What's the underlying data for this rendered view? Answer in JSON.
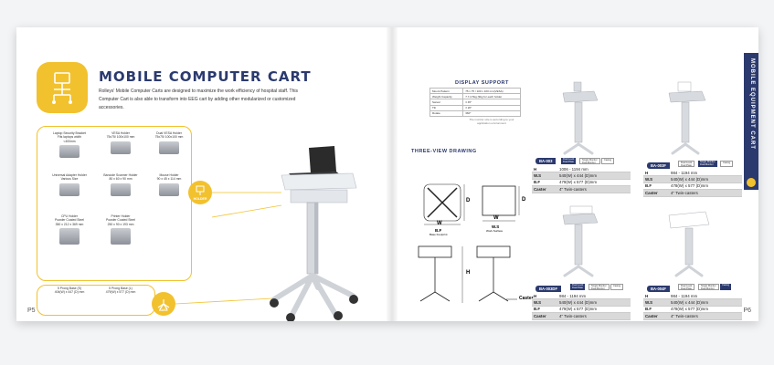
{
  "left_page": {
    "title": "MOBILE COMPUTER CART",
    "intro": "Rolleys' Mobile Computer Carts are designed to maximize the work efficiency of hospital staff. This Computer Cart is also able to transform into EEG cart by adding other modularized or customized accessories.",
    "accessories": [
      {
        "name": "Laptop Security Bracket",
        "line2": "Fits laptops width",
        "line3": "<400mm"
      },
      {
        "name": "VESA Holder",
        "line2": "75x75/ 100x100 mm",
        "line3": ""
      },
      {
        "name": "Dual VESA Holder",
        "line2": "75x75/ 100x100 mm",
        "line3": ""
      },
      {
        "name": "Universal Adapter Holder",
        "line2": "Various Size",
        "line3": ""
      },
      {
        "name": "Barcode Scanner Holder",
        "line2": "80 x 60 x 90 mm",
        "line3": ""
      },
      {
        "name": "Mouse Holder",
        "line2": "90 x 45 x 114 mm",
        "line3": ""
      },
      {
        "name": "CPU Holder",
        "line2": "Powder Coated Steel",
        "line3": "350 x 212 x 369 mm"
      },
      {
        "name": "Printer Holder",
        "line2": "Powder Coated Steel",
        "line3": "250 x 90 x 193 mm"
      }
    ],
    "bases": [
      {
        "name": "5 Prong Base (S)",
        "dims": "404(W) x 447 (D) mm"
      },
      {
        "name": "5 Prong Base (L)",
        "dims": "479(W) x 577 (D) mm"
      }
    ],
    "holder_label": "HOLDER",
    "base_label": "BASE",
    "page_number": "P5"
  },
  "right_page": {
    "display_support_title": "DISPLAY SUPPORT",
    "display_support_rows": [
      [
        "Mount Pattern",
        "75 x 75 / 100 x 100 mm(VESA)"
      ],
      [
        "Weight Capacity",
        "7.7-4.5kg (9kg for each holder"
      ],
      [
        "Swivel",
        "± 45°"
      ],
      [
        "Tilt",
        "± 20°"
      ],
      [
        "Rotate",
        "360°"
      ]
    ],
    "display_note": "The monitor size is according to your application environment",
    "three_view_title": "THREE-VIEW DRAWING",
    "labels": {
      "d": "D",
      "w": "W",
      "h": "H",
      "base_footprint": "B.F",
      "base_footprint_sub": "Base Footprint",
      "work_surface": "W.S",
      "work_surface_sub": "Work Surface",
      "caster": "Caster"
    },
    "tab_label": "MOBILE EQUIPMENT CART",
    "page_number": "P6",
    "models": [
      {
        "code": "BA-003",
        "options": [
          "Dual Level",
          "Dual Plate",
          "Single Monitor",
          "Dual Monitor",
          "Casing"
        ],
        "rows": [
          [
            "H",
            "1006 - 1194 mm"
          ],
          [
            "W.S",
            "540(W) x 444 (D)mm"
          ],
          [
            "B.F",
            "479(W) x 577 (D)mm"
          ],
          [
            "Caster",
            "4\" Twin-casters"
          ]
        ]
      },
      {
        "code": "BA-003F",
        "options": [
          "Dual Level",
          "Dual Plate",
          "Single Monitor",
          "Dual Monitor",
          "Casing"
        ],
        "rows": [
          [
            "H",
            "984 - 1194 mm"
          ],
          [
            "W.S",
            "540(W) x 444 (D)mm"
          ],
          [
            "B.F",
            "478(W) x 577 (D)mm"
          ],
          [
            "Caster",
            "4\" Twin-casters"
          ]
        ]
      },
      {
        "code": "BA-003DF",
        "options": [
          "Dual Level",
          "Dual Plate",
          "Single Monitor",
          "Dual Monitor",
          "Casing"
        ],
        "rows": [
          [
            "H",
            "984 - 1194 mm"
          ],
          [
            "W.S",
            "540(W) x 444 (D)mm"
          ],
          [
            "B.F",
            "479(W) x 577 (D)mm"
          ],
          [
            "Caster",
            "4\" Twin-casters"
          ]
        ]
      },
      {
        "code": "BA-004F",
        "options": [
          "Dual Level",
          "Dual Plate",
          "Single Monitor",
          "Dual Monitor",
          "Casing"
        ],
        "rows": [
          [
            "H",
            "984 - 1194 mm"
          ],
          [
            "W.S",
            "540(W) x 444 (D)mm"
          ],
          [
            "B.F",
            "478(W) x 577 (D)mm"
          ],
          [
            "Caster",
            "4\" Twin-casters"
          ]
        ]
      }
    ]
  },
  "colors": {
    "navy": "#2b3a6e",
    "yellow": "#f2c12e",
    "gray": "#d9d9d9"
  }
}
